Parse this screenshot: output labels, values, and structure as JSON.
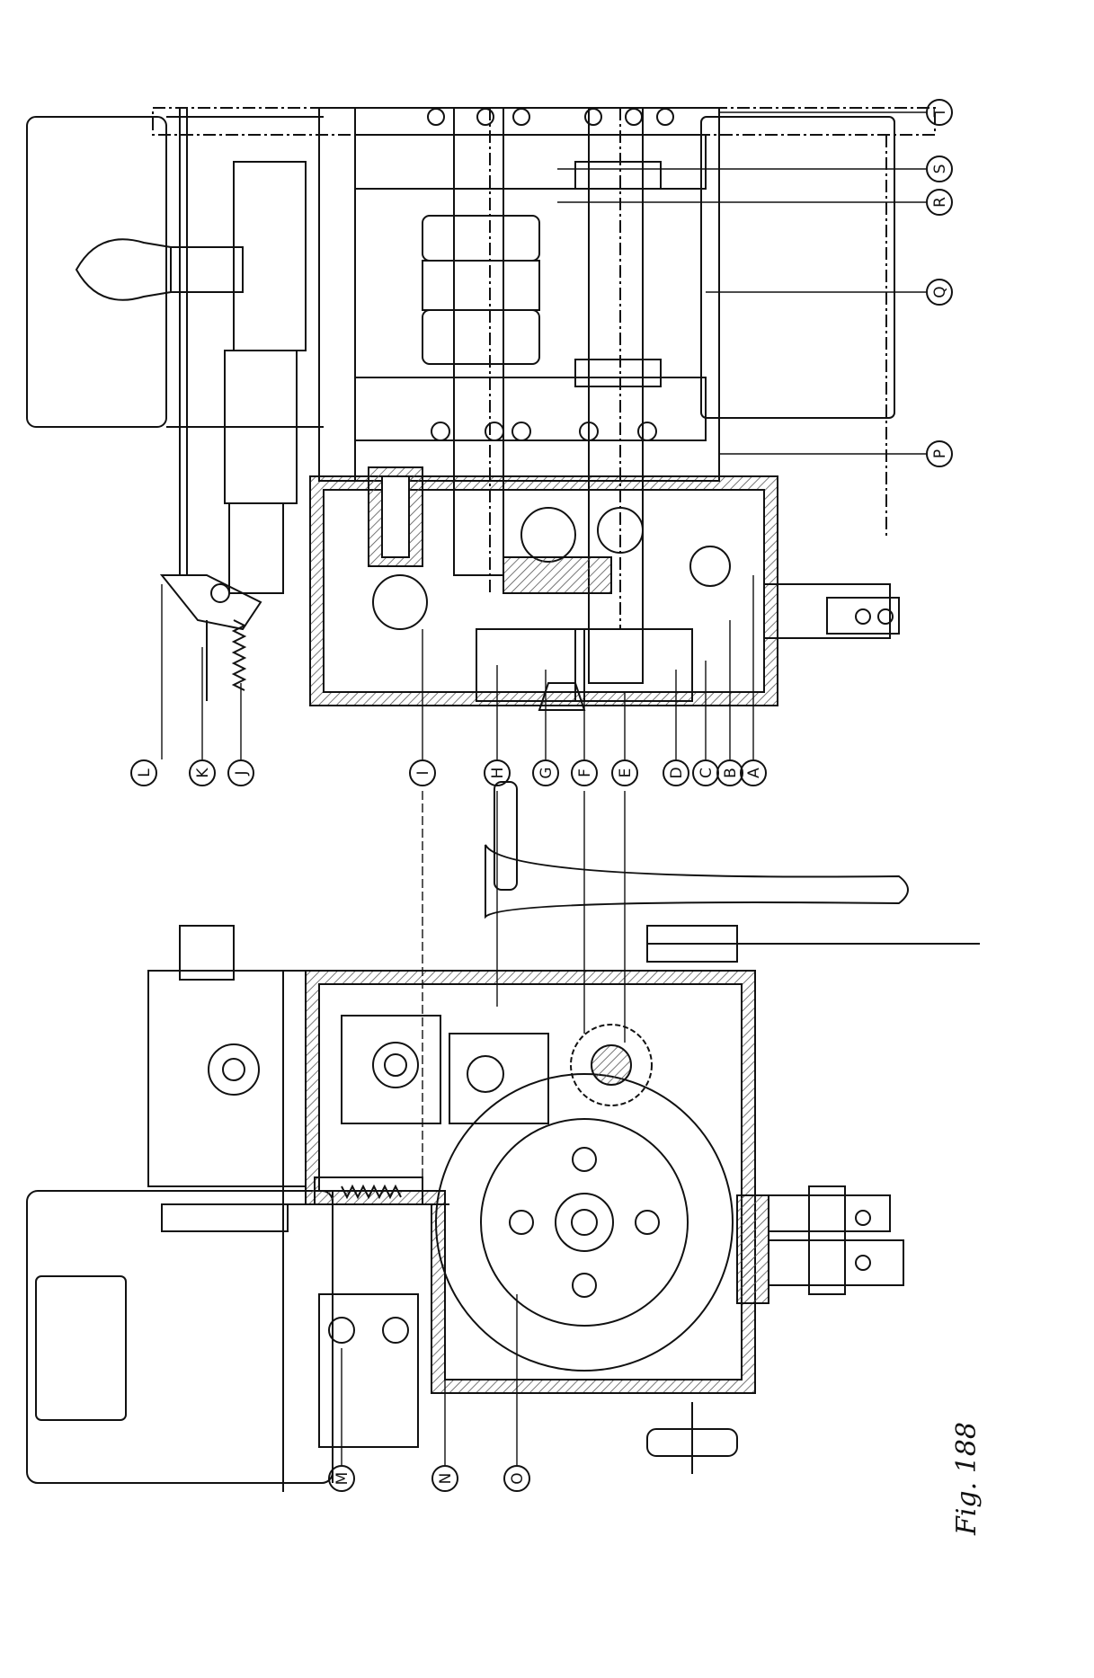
{
  "figure": {
    "caption": "Fig. 188",
    "labels": [
      "A",
      "B",
      "C",
      "D",
      "E",
      "F",
      "G",
      "H",
      "I",
      "J",
      "K",
      "L",
      "M",
      "N",
      "O",
      "P",
      "Q",
      "R",
      "S",
      "T"
    ]
  },
  "colors": {
    "ink": "#111111",
    "paper": "#ffffff",
    "hatch": "#555555"
  }
}
